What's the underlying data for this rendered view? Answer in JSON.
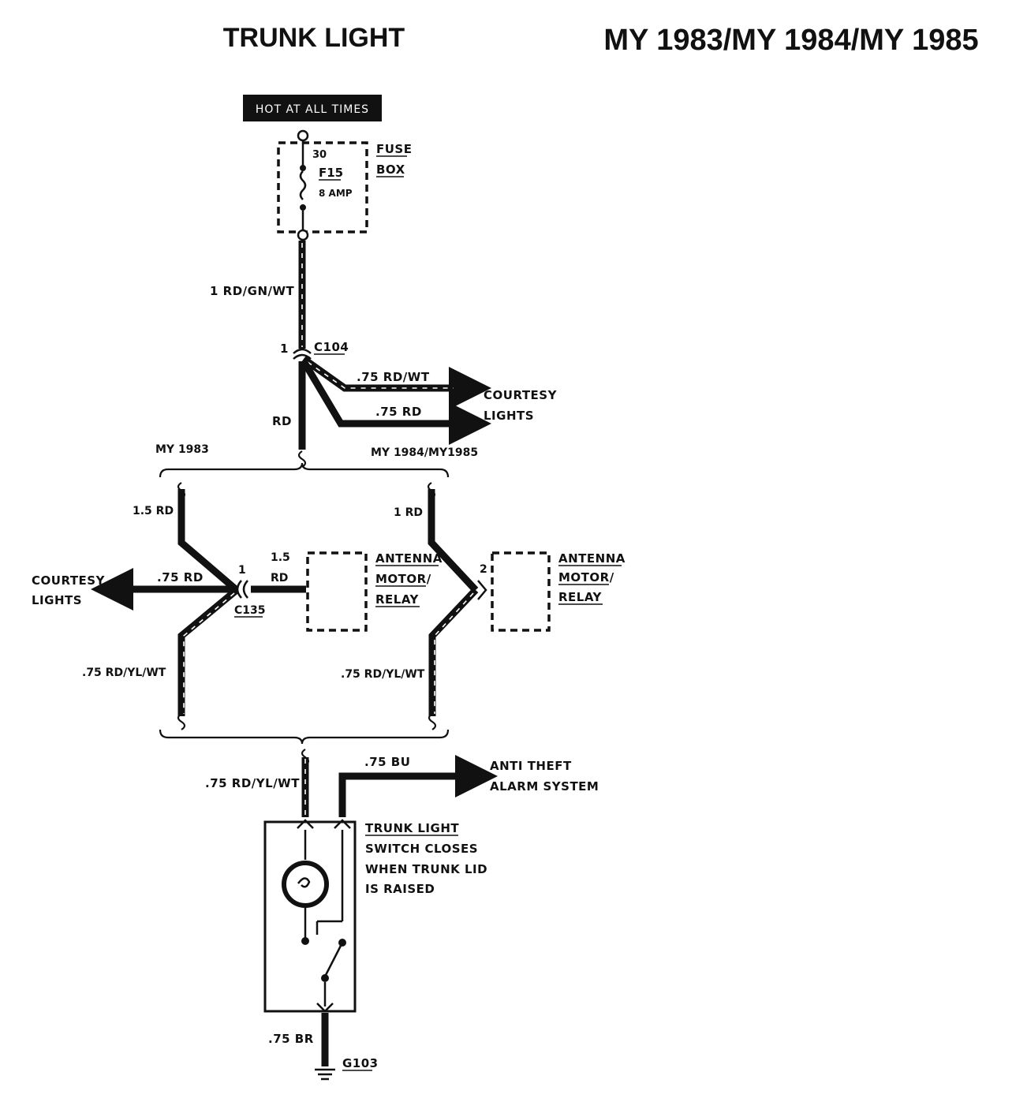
{
  "header": {
    "title": "TRUNK LIGHT",
    "model_years": "MY 1983/MY 1984/MY 1985"
  },
  "power": {
    "hot_label": "HOT AT ALL TIMES"
  },
  "fuse_box": {
    "label_line1": "FUSE",
    "label_line2": "BOX",
    "terminal": "30",
    "fuse_id": "F15",
    "rating": "8 AMP"
  },
  "wires": {
    "main_feed": "1 RD/GN/WT",
    "courtesy_feed_1": ".75 RD/WT",
    "courtesy_feed_2": ".75 RD",
    "red_trunk": "RD",
    "my1983_in": "1.5 RD",
    "my1983_courtesy": ".75 RD",
    "my1983_antenna_line1": "1.5",
    "my1983_antenna_line2": "RD",
    "my1983_out": ".75 RD/YL/WT",
    "my1984_in": "1 RD",
    "my1984_out": ".75 RD/YL/WT",
    "switch_feed": ".75 RD/YL/WT",
    "alarm_feed": ".75 BU",
    "ground_wire": ".75 BR"
  },
  "connectors": {
    "c104_pin": "1",
    "c104": "C104",
    "c135_pin": "1",
    "c135": "C135",
    "relay_pin": "2"
  },
  "branches": {
    "my1983": "MY 1983",
    "my1984_1985": "MY 1984/MY1985"
  },
  "destinations": {
    "courtesy_top_line1": "COURTESY",
    "courtesy_top_line2": "LIGHTS",
    "courtesy_left_line1": "COURTESY",
    "courtesy_left_line2": "LIGHTS",
    "antenna_1_line1": "ANTENNA",
    "antenna_1_line2": "MOTOR/",
    "antenna_1_line3": "RELAY",
    "antenna_2_line1": "ANTENNA",
    "antenna_2_line2": "MOTOR/",
    "antenna_2_line3": "RELAY",
    "alarm_line1": "ANTI THEFT",
    "alarm_line2": "ALARM SYSTEM"
  },
  "trunk_switch": {
    "note_line1": "TRUNK LIGHT",
    "note_line2": "SWITCH CLOSES",
    "note_line3": "WHEN TRUNK LID",
    "note_line4": "IS RAISED"
  },
  "ground": {
    "id": "G103"
  }
}
